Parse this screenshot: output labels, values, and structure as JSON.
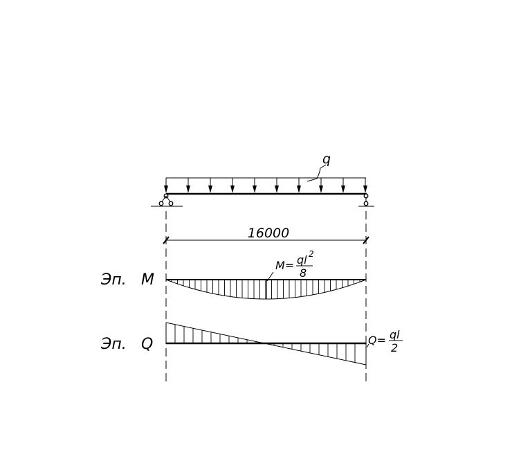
{
  "load": {
    "label": "q"
  },
  "span": {
    "dimension": "16000"
  },
  "moment": {
    "prefix": "Эп.",
    "symbol": "M",
    "formula_lhs": "M=",
    "formula_num": "ql",
    "formula_exp": "2",
    "formula_den": "8"
  },
  "shear": {
    "prefix": "Эп.",
    "symbol": "Q",
    "formula_lhs": "Q=",
    "formula_num": "ql",
    "formula_den": "2"
  },
  "colors": {
    "ink": "#000000",
    "background": "#ffffff"
  }
}
